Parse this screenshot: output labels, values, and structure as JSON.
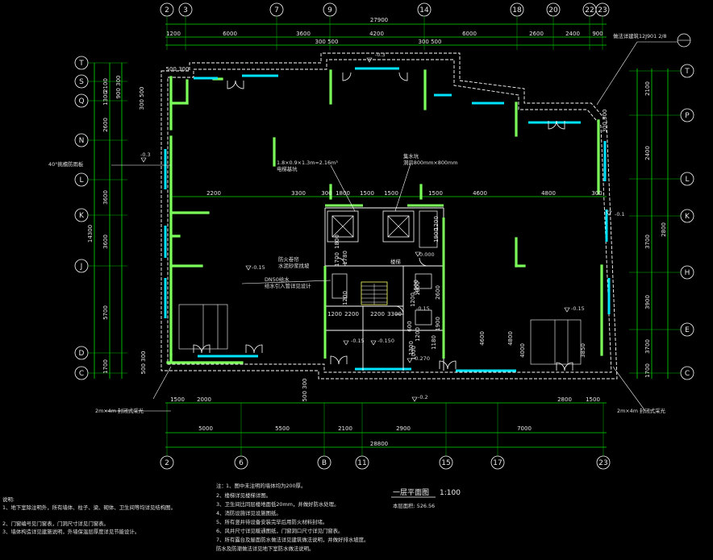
{
  "colors": {
    "background": "#000000",
    "dimension_lines": "#00e000",
    "walls": "#7cff5a",
    "windows": "#00e5ff",
    "outline": "#ffffff",
    "doors": "#ffffff",
    "notes": "#e0e0e0"
  },
  "axes": {
    "top": [
      "2",
      "3",
      "7",
      "9",
      "14",
      "18",
      "20",
      "22",
      "23"
    ],
    "bottom": [
      "2",
      "6",
      "B",
      "11",
      "15",
      "17",
      "23"
    ],
    "left": [
      "T",
      "S",
      "Q",
      "N",
      "L",
      "K",
      "J",
      "D",
      "C"
    ],
    "right": [
      "T",
      "P",
      "L",
      "K",
      "H",
      "E",
      "C"
    ]
  },
  "dimensions": {
    "top_total": "27900",
    "top_segments": [
      "1200",
      "6000",
      "3600",
      "4200",
      "6000",
      "2600",
      "2400",
      "900"
    ],
    "top_sub": [
      "500 300",
      "300 500",
      "300 500"
    ],
    "bottom_total": "28800",
    "bottom_segments": [
      "5000",
      "5500",
      "2100",
      "2900",
      "7000"
    ],
    "bottom_sub": [
      "1500",
      "2000",
      "2800",
      "1500"
    ],
    "left_segments": [
      "2100",
      "1300",
      "2600",
      "3600",
      "3600",
      "5700",
      "1700"
    ],
    "left_total": "14300",
    "left_sub": [
      "900 300",
      "300 500",
      "500 300",
      "500 300"
    ],
    "right_segments": [
      "2100",
      "2400",
      "3700",
      "3900",
      "3700",
      "1700"
    ],
    "right_total": "2800",
    "right_sub": [
      "300 500"
    ],
    "interior_row": [
      "2200",
      "3300",
      "300",
      "1800",
      "1500",
      "1500",
      "1500",
      "4600",
      "4800",
      "300"
    ],
    "core_dims": [
      "1700",
      "1780",
      "1200",
      "1900",
      "1800",
      "1200",
      "1800",
      "2600",
      "1900",
      "4600",
      "4800",
      "4000",
      "3850",
      "1200",
      "1180",
      "600",
      "1000",
      "1300",
      "1200",
      "1500"
    ],
    "core_bottom": [
      "1200",
      "2200",
      "2200",
      "3300"
    ]
  },
  "levels": {
    "l1": "-0.3",
    "l2": "-0.3",
    "l3": "-0.1",
    "l4": "-0.15",
    "l5": "-0.15",
    "l6": "-0.150",
    "l7": "0.000",
    "l8": "-0.270",
    "l9": "-0.2",
    "l10": "-0.15",
    "l11": "-0.15"
  },
  "annotations": {
    "ramp_left": "40°挑檐防雨板",
    "opening_left": "2m×4m 封闭式采光",
    "opening_right": "2m×4m 封闭式采光",
    "top_right_ref": "做法详建筑12J901 2/8",
    "top_right_circle": "2 8",
    "duct_note": "1.8×0.9×1.3m=2.16m³\n电梯基坑",
    "sump_note": "集水坑\n洞口800mm×800mm",
    "shaft_note": "防火卷帘\n水泥砂浆找坡",
    "pipe_note": "DN50给水\n给水引入管详见设计",
    "room_note": "楼梯\n间"
  },
  "title": {
    "name": "一层平面图",
    "scale": "1:100",
    "area": "本层面积: 526.56"
  },
  "notes_left": {
    "heading": "说明:",
    "lines": [
      "1、地下室除注明外，所有墙体、柱子、梁、砌体、卫生间等均详见结构图。",
      "2、门窗编号见门窗表，门洞尺寸详见门窗表。",
      "3、墙体构造详见建施说明，外墙保温层厚度详见节能设计。"
    ]
  },
  "notes_right": {
    "heading": "注：",
    "lines": [
      "1、图中未注明的墙体均为200厚。",
      "2、楼梯详见楼梯详图。",
      "3、卫生间比同层楼地面低20mm，并做好防水处理。",
      "4、消防设施详见设施图纸。",
      "5、所有竖井待设备安装完毕后用防火材料封堵。",
      "6、风井尺寸详见暖通图纸，门窗洞口尺寸详见门窗表。",
      "7、所有露台及屋面防水做法详见建筑做法说明，并做好排水坡度。",
      "防水及防潮做法详见地下室防水做法说明。"
    ]
  }
}
